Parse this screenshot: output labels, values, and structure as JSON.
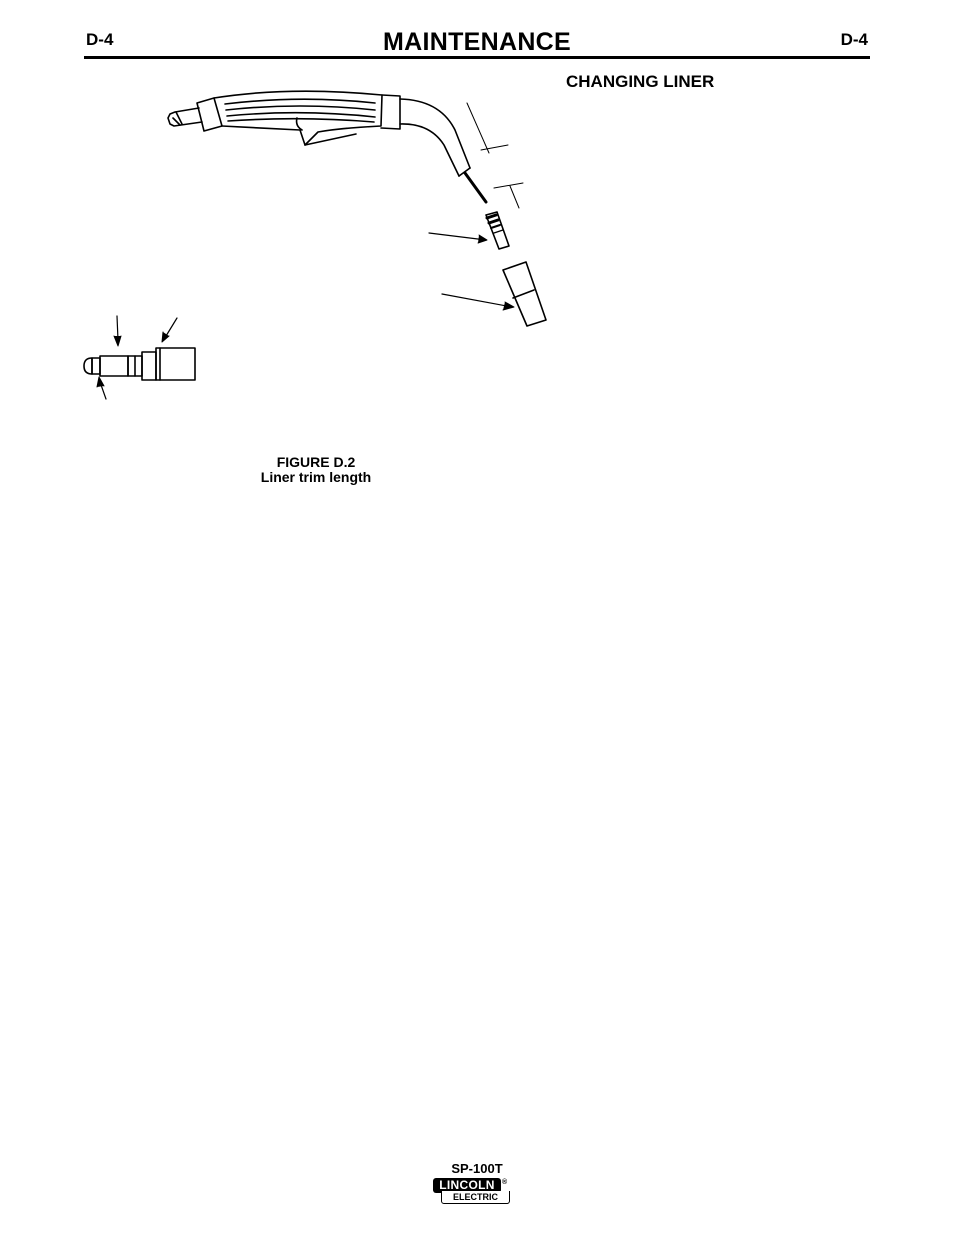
{
  "header": {
    "code_left": "D-4",
    "code_right": "D-4",
    "title": "MAINTENANCE"
  },
  "section": {
    "heading": "CHANGING LINER"
  },
  "figure": {
    "caption_line1": "FIGURE D.2",
    "caption_line2": "Liner trim length"
  },
  "footer": {
    "model": "SP-100T",
    "logo_top": "LINCOLN",
    "logo_bottom": "ELECTRIC",
    "logo_reg": "®"
  }
}
